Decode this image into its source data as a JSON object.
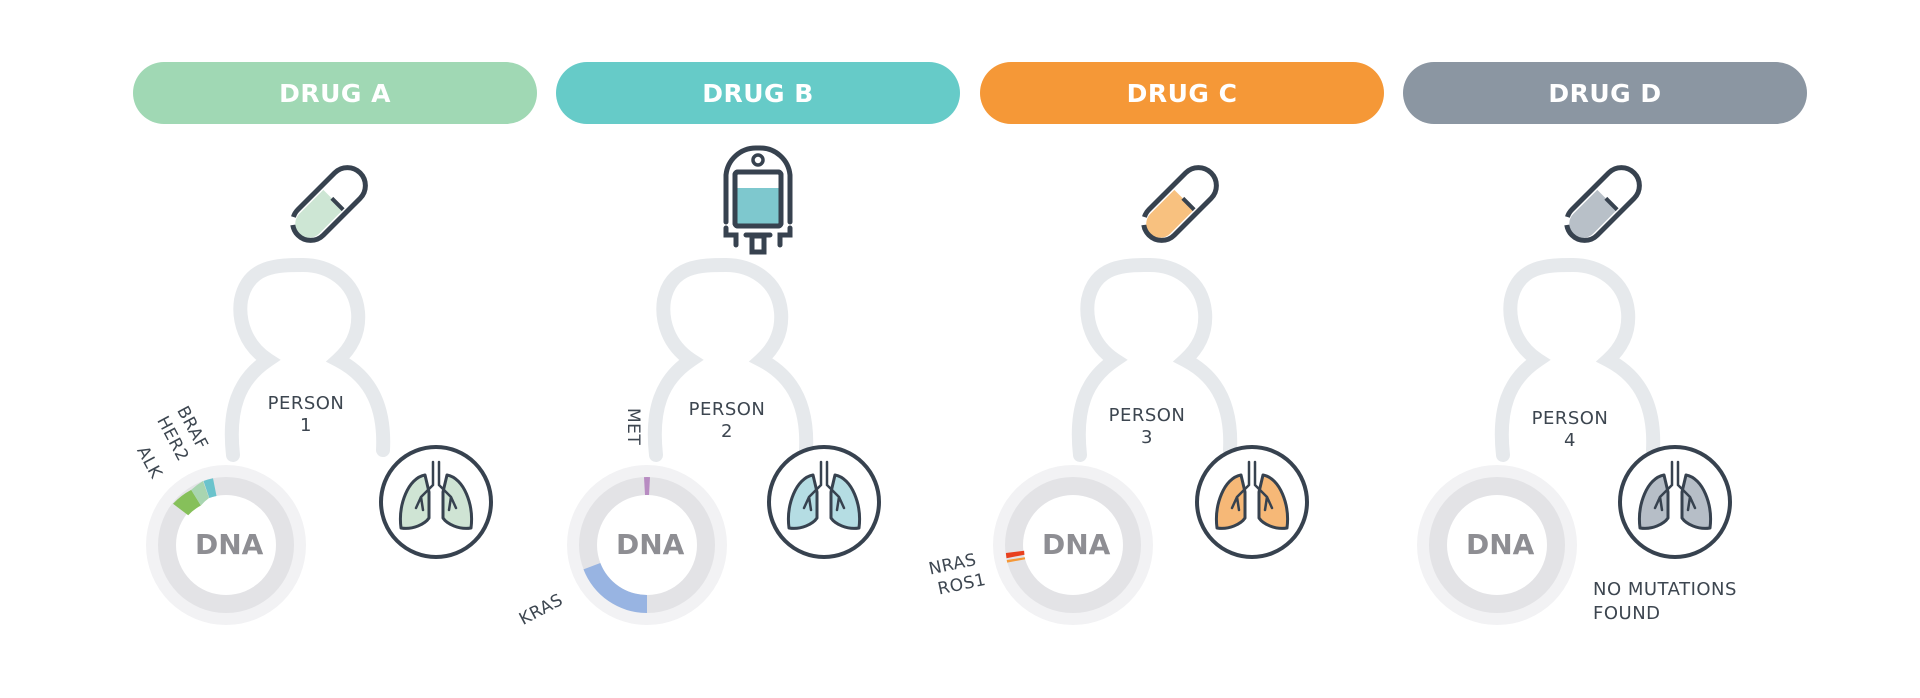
{
  "drugs": [
    {
      "label": "DRUG A",
      "color": "#a0d8b4",
      "icon": "pill-icon",
      "icon_fill": "#cde6d4",
      "person_label": "PERSON",
      "person_number": "1",
      "dna_label": "DNA",
      "lung_fill": "#cfe4d4",
      "mutations": [
        "BRAF",
        "HER2",
        "ALK"
      ]
    },
    {
      "label": "DRUG B",
      "color": "#66cbc8",
      "icon": "iv-bag-icon",
      "icon_fill": "#7ec8ce",
      "person_label": "PERSON",
      "person_number": "2",
      "dna_label": "DNA",
      "lung_fill": "#b5dde3",
      "mutations": [
        "MET",
        "KRAS"
      ]
    },
    {
      "label": "DRUG C",
      "color": "#f59837",
      "icon": "pill-icon",
      "icon_fill": "#f8c17f",
      "person_label": "PERSON",
      "person_number": "3",
      "dna_label": "DNA",
      "lung_fill": "#f6b877",
      "mutations": [
        "NRAS",
        "ROS1"
      ]
    },
    {
      "label": "DRUG D",
      "color": "#8b96a2",
      "icon": "pill-icon",
      "icon_fill": "#b8c0c8",
      "person_label": "PERSON",
      "person_number": "4",
      "dna_label": "DNA",
      "lung_fill": "#b6bec7",
      "mutations": [],
      "note_line1": "NO MUTATIONS",
      "note_line2": "FOUND"
    }
  ],
  "mutation_colors": {
    "BRAF": "#6bc3cc",
    "HER2": "#a8d5b0",
    "ALK": "#86c05a",
    "MET": "#b88cc2",
    "KRAS": "#98b4e2",
    "NRAS": "#e8401e",
    "ROS1": "#f59837"
  },
  "palette": {
    "outline": "#37424f",
    "person_outline": "#e6e9ec",
    "dna_ring_outer": "#f2f2f4",
    "dna_ring_inner": "#e3e3e6",
    "dna_text": "#8e8e93"
  }
}
